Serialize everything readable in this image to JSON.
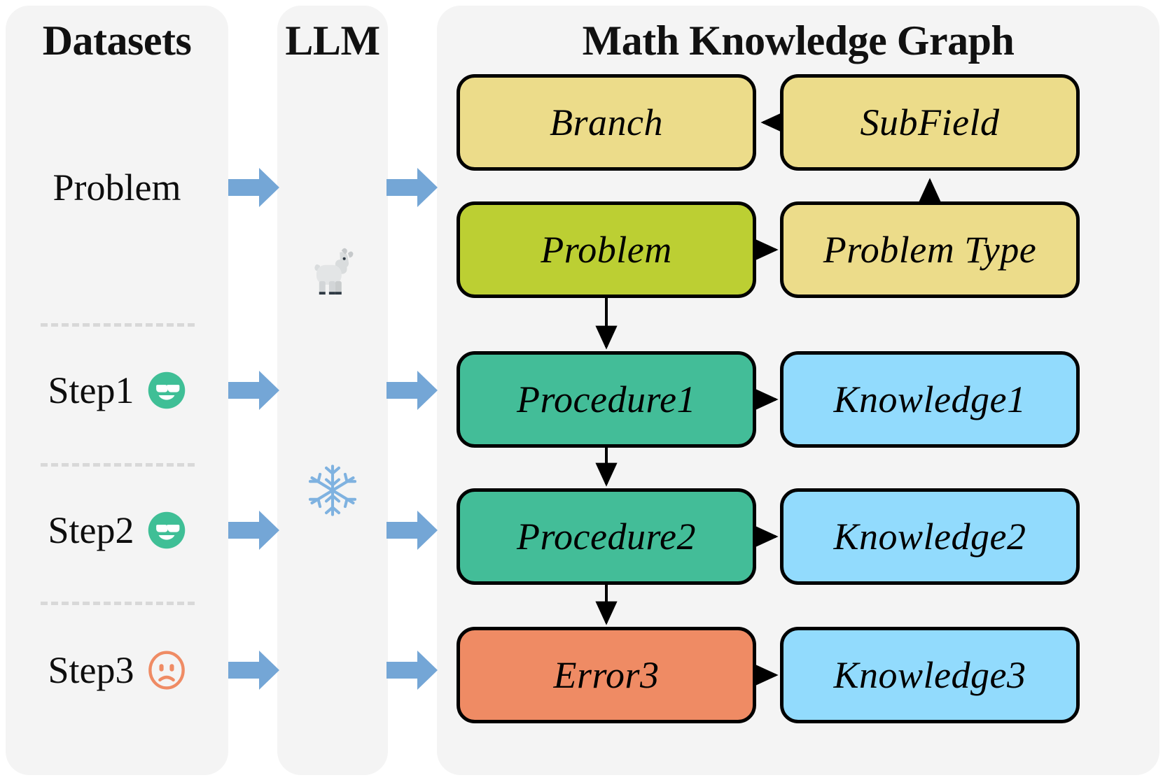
{
  "columns": {
    "datasets": {
      "title": "Datasets",
      "rows": [
        {
          "label": "Problem",
          "emoji": "none"
        },
        {
          "label": "Step1",
          "emoji": "smiling-face-with-sunglasses"
        },
        {
          "label": "Step2",
          "emoji": "smiling-face-with-sunglasses"
        },
        {
          "label": "Step3",
          "emoji": "slightly-frowning-face"
        }
      ]
    },
    "llm": {
      "title": "LLM",
      "icons": [
        {
          "name": "llama-icon"
        },
        {
          "name": "snowflake-frozen-icon"
        }
      ]
    },
    "graph": {
      "title": "Math Knowledge Graph"
    }
  },
  "flow_arrows": {
    "name": "blue-block-arrow",
    "count": 8,
    "color": "#74a6d6"
  },
  "nodes": [
    {
      "id": "branch",
      "text": "Branch",
      "index": "",
      "color": "#ecdc8a"
    },
    {
      "id": "subfield",
      "text": "SubField",
      "index": "",
      "color": "#ecdc8a"
    },
    {
      "id": "problem",
      "text": "Problem",
      "index": "",
      "color": "#bccf33"
    },
    {
      "id": "problemtype",
      "text": "Problem Type",
      "index": "",
      "color": "#ecdc8a"
    },
    {
      "id": "procedure1",
      "text": "Procedure",
      "index": "1",
      "color": "#43bd98"
    },
    {
      "id": "knowledge1",
      "text": "Knowledge",
      "index": "1",
      "color": "#92dbfd"
    },
    {
      "id": "procedure2",
      "text": "Procedure",
      "index": "2",
      "color": "#43bd98"
    },
    {
      "id": "knowledge2",
      "text": "Knowledge",
      "index": "2",
      "color": "#92dbfd"
    },
    {
      "id": "error3",
      "text": "Error",
      "index": "3",
      "color": "#ef8b64"
    },
    {
      "id": "knowledge3",
      "text": "Knowledge",
      "index": "3",
      "color": "#92dbfd"
    }
  ],
  "edges": [
    {
      "from": "subfield",
      "to": "branch"
    },
    {
      "from": "problemtype",
      "to": "subfield"
    },
    {
      "from": "problem",
      "to": "problemtype"
    },
    {
      "from": "problem",
      "to": "procedure1"
    },
    {
      "from": "procedure1",
      "to": "knowledge1"
    },
    {
      "from": "procedure1",
      "to": "procedure2"
    },
    {
      "from": "procedure2",
      "to": "knowledge2"
    },
    {
      "from": "procedure2",
      "to": "error3"
    },
    {
      "from": "error3",
      "to": "knowledge3"
    }
  ],
  "palette": {
    "panel_bg": "#f4f4f4",
    "yellow": "#ecdc8a",
    "olive": "#bccf33",
    "teal": "#43bd98",
    "sky": "#92dbfd",
    "salmon": "#ef8b64",
    "arrow_blue": "#74a6d6",
    "edge_black": "#000000",
    "separator_gray": "#d8d8d8",
    "happy_emoji_green": "#3fbf96",
    "sad_emoji_orange": "#ef8b64"
  }
}
